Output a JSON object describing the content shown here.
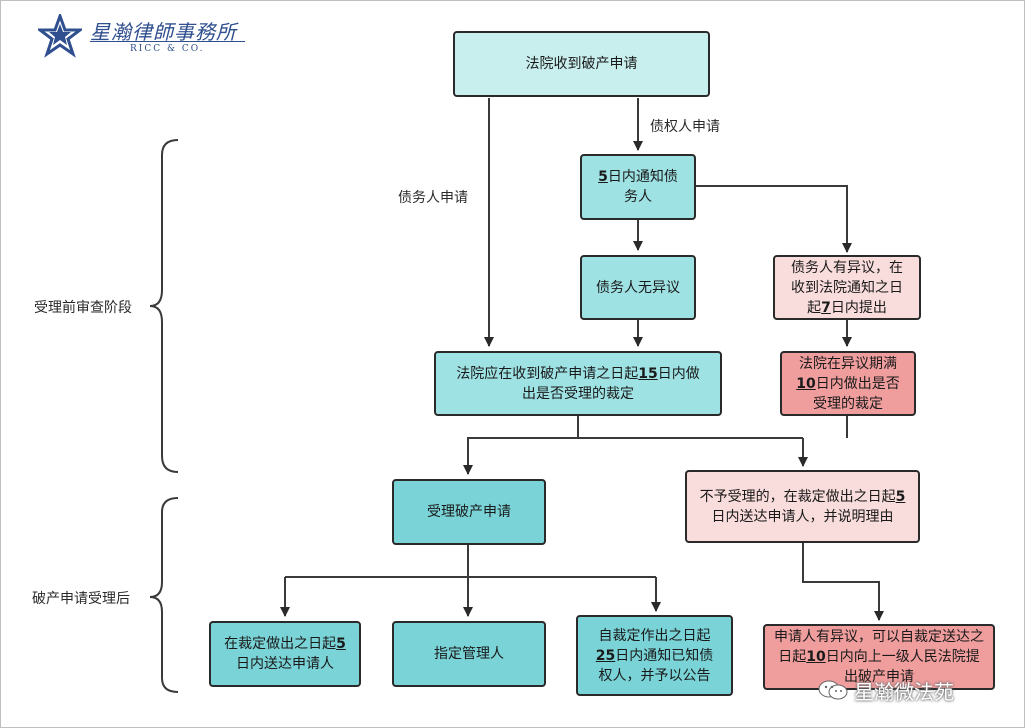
{
  "logo": {
    "name_cn": "星瀚律師事務所",
    "name_en": "RICC & CO."
  },
  "watermark": {
    "text": "星瀚微法苑",
    "icon": "wechat-icon"
  },
  "stages": {
    "pre": "受理前审查阶段",
    "post": "破产申请受理后"
  },
  "edges": {
    "debtor_apply": "债务人申请",
    "creditor_apply": "债权人申请"
  },
  "nodes": {
    "court_receive": "法院收到破产申请",
    "notify": {
      "b": "5",
      "t": "日内通知债务人"
    },
    "no_objection": "债务人无异议",
    "objection": {
      "pre": "债务人有异议，在收到法院通知之日起",
      "b": "7",
      "post": "日内提出"
    },
    "ruling15": {
      "pre": "法院应在收到破产申请之日起",
      "b": "15",
      "post": "日内做出是否受理的裁定"
    },
    "ruling10": {
      "pre": "法院在异议期满",
      "b": "10",
      "post": "日内做出是否受理的裁定"
    },
    "accept": "受理破产申请",
    "reject": {
      "pre": "不予受理的，在裁定做出之日起",
      "b": "5",
      "post": "日内送达申请人，并说明理由"
    },
    "deliver": {
      "pre": "在裁定做出之日起",
      "b": "5",
      "post": "日内送达申请人"
    },
    "administrator": "指定管理人",
    "notice": {
      "pre": "自裁定作出之日起",
      "b": "25",
      "post": "日内通知已知债权人，并予以公告"
    },
    "appeal": {
      "pre": "申请人有异议，可以自裁定送达之日起",
      "b": "10",
      "post": "日内向上一级人民法院提出破产申请"
    }
  },
  "colors": {
    "light": "#c8eeee",
    "teal": "#79d3d7",
    "pink": "#f9dcdc",
    "rose": "#ef9d9d",
    "line": "#2a2a2a"
  }
}
